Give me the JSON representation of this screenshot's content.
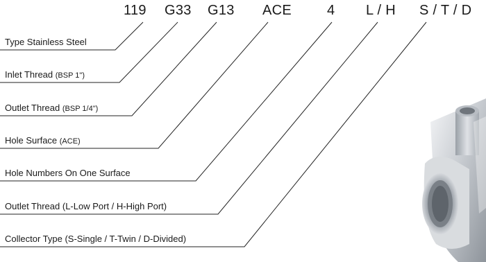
{
  "code_segments": [
    {
      "text": "119"
    },
    {
      "text": "G33"
    },
    {
      "text": "G13"
    },
    {
      "text": "ACE"
    },
    {
      "text": "4"
    },
    {
      "text": "L / H"
    },
    {
      "text": "S / T / D"
    }
  ],
  "labels": [
    {
      "main": "Type Stainless Steel",
      "sub": ""
    },
    {
      "main": "Inlet Thread ",
      "sub": "(BSP 1\")"
    },
    {
      "main": "Outlet Thread ",
      "sub": "(BSP 1/4\")"
    },
    {
      "main": "Hole Surface ",
      "sub": "(ACE)"
    },
    {
      "main": "Hole Numbers On One Surface",
      "sub": ""
    },
    {
      "main": "Outlet Thread (L-Low Port / H-High Port)",
      "sub": ""
    },
    {
      "main": "Collector Type (S-Single / T-Twin / D-Divided)",
      "sub": ""
    }
  ],
  "product_image": {
    "subject": "stainless steel collector fitting",
    "color": "#c9cdd2"
  }
}
